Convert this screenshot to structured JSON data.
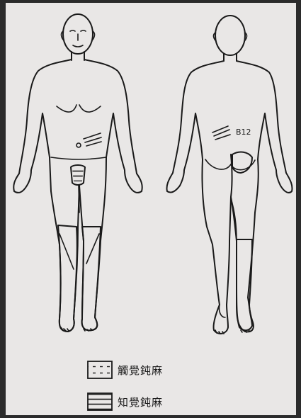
{
  "annotation": "B12",
  "legend": {
    "items": [
      {
        "pattern": "dashed",
        "label": "觸覺鈍麻"
      },
      {
        "pattern": "striped",
        "label": "知覺鈍麻"
      }
    ]
  },
  "colors": {
    "ink": "#1a1a1a",
    "paper": "#e9e7e6",
    "frame": "#2b2b2b"
  }
}
